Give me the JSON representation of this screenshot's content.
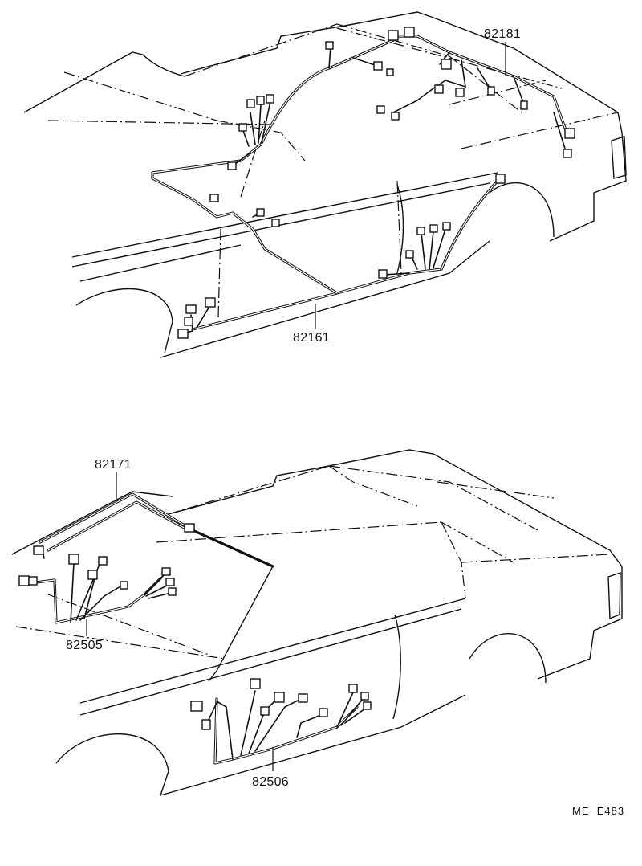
{
  "diagram": {
    "part_labels": {
      "p82181": "82181",
      "p82161": "82161",
      "p82171": "82171",
      "p82505": "82505",
      "p82506": "82506"
    },
    "figure_code": "ME  E483"
  }
}
